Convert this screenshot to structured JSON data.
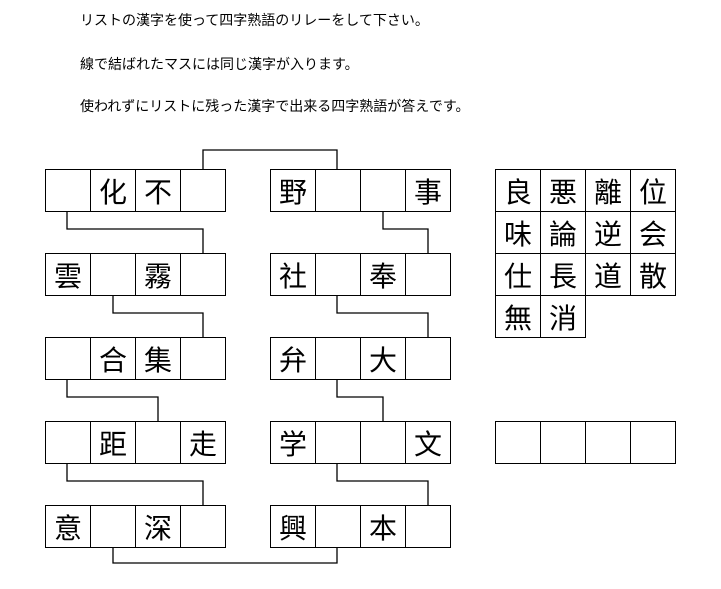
{
  "instructions": [
    "リストの漢字を使って四字熟語のリレーをして下さい。",
    "線で結ばれたマスには同じ漢字が入ります。",
    "使われずにリストに残った漢字で出来る四字熟語が答えです。"
  ],
  "left_column": [
    [
      "",
      "化",
      "不",
      ""
    ],
    [
      "雲",
      "",
      "霧",
      ""
    ],
    [
      "",
      "合",
      "集",
      ""
    ],
    [
      "",
      "距",
      "",
      "走"
    ],
    [
      "意",
      "",
      "深",
      ""
    ]
  ],
  "right_column": [
    [
      "野",
      "",
      "",
      "事"
    ],
    [
      "社",
      "",
      "奉",
      ""
    ],
    [
      "弁",
      "",
      "大",
      ""
    ],
    [
      "学",
      "",
      "",
      "文"
    ],
    [
      "興",
      "",
      "本",
      ""
    ]
  ],
  "kanji_list": [
    "良",
    "悪",
    "離",
    "位",
    "味",
    "論",
    "逆",
    "会",
    "仕",
    "長",
    "道",
    "散",
    "無",
    "消"
  ],
  "answer": [
    "",
    "",
    "",
    ""
  ]
}
